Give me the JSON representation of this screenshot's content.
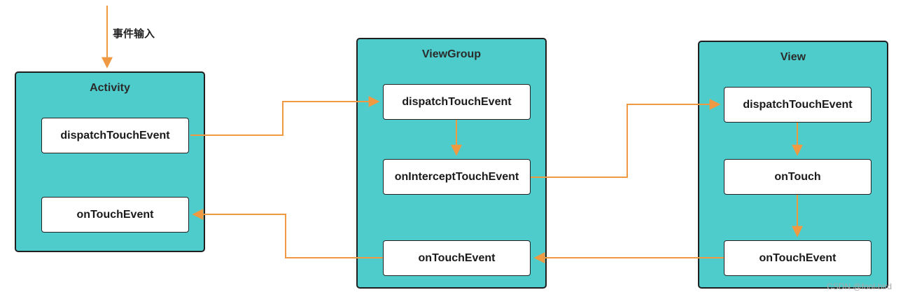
{
  "colors": {
    "panel_fill": "#4ecccc",
    "arrow": "#ef9a43",
    "node_fill": "#ffffff"
  },
  "input_label": "事件输入",
  "activity": {
    "title": "Activity",
    "dispatch": "dispatchTouchEvent",
    "on_touch_event": "onTouchEvent"
  },
  "view_group": {
    "title": "ViewGroup",
    "dispatch": "dispatchTouchEvent",
    "intercept": "onInterceptTouchEvent",
    "on_touch_event": "onTouchEvent"
  },
  "view": {
    "title": "View",
    "dispatch": "dispatchTouchEvent",
    "on_touch": "onTouch",
    "on_touch_event": "onTouchEvent"
  },
  "watermark": "CSDN @fool-bird"
}
